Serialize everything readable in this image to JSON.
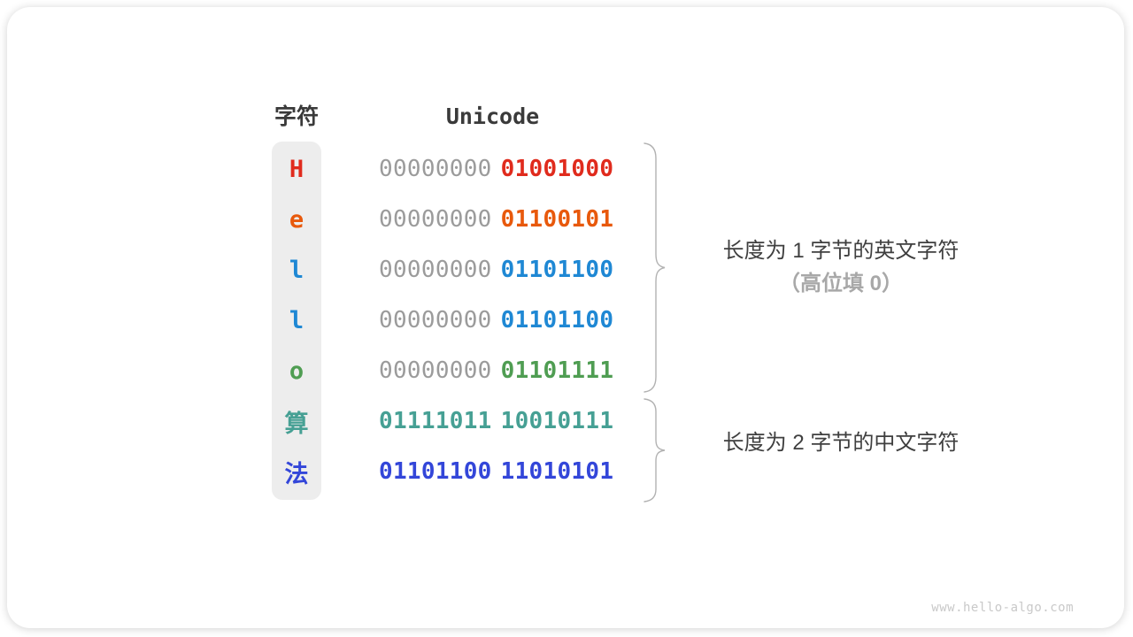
{
  "page": {
    "watermark": "www.hello-algo.com"
  },
  "colors": {
    "gray_byte": "#9b9b9b",
    "red": "#e02b1d",
    "orange": "#e8590c",
    "blue": "#1f88d4",
    "green": "#4f9d52",
    "teal": "#46a094",
    "indigo": "#3346d9",
    "column_bg": "#ededed",
    "header_text": "#3a3a3a",
    "annotation_text": "#3f3f3f",
    "annotation_dim_text": "#a8a8a8",
    "brace_stroke": "#b2b2b2"
  },
  "table": {
    "headers": {
      "char": "字符",
      "unicode": "Unicode"
    },
    "rows": [
      {
        "char": "H",
        "char_color": "#e02b1d",
        "byte1": "00000000",
        "byte1_color": "#9b9b9b",
        "byte2": "01001000",
        "byte2_color": "#e02b1d"
      },
      {
        "char": "e",
        "char_color": "#e8590c",
        "byte1": "00000000",
        "byte1_color": "#9b9b9b",
        "byte2": "01100101",
        "byte2_color": "#e8590c"
      },
      {
        "char": "l",
        "char_color": "#1f88d4",
        "byte1": "00000000",
        "byte1_color": "#9b9b9b",
        "byte2": "01101100",
        "byte2_color": "#1f88d4"
      },
      {
        "char": "l",
        "char_color": "#1f88d4",
        "byte1": "00000000",
        "byte1_color": "#9b9b9b",
        "byte2": "01101100",
        "byte2_color": "#1f88d4"
      },
      {
        "char": "o",
        "char_color": "#4f9d52",
        "byte1": "00000000",
        "byte1_color": "#9b9b9b",
        "byte2": "01101111",
        "byte2_color": "#4f9d52"
      },
      {
        "char": "算",
        "char_color": "#46a094",
        "byte1": "01111011",
        "byte1_color": "#46a094",
        "byte2": "10010111",
        "byte2_color": "#46a094"
      },
      {
        "char": "法",
        "char_color": "#3346d9",
        "byte1": "01101100",
        "byte1_color": "#3346d9",
        "byte2": "11010101",
        "byte2_color": "#3346d9"
      }
    ]
  },
  "annotations": {
    "english": {
      "line1": "长度为 1 字节的英文字符",
      "line2": "（高位填 0）"
    },
    "chinese": {
      "line1": "长度为 2 字节的中文字符"
    }
  }
}
